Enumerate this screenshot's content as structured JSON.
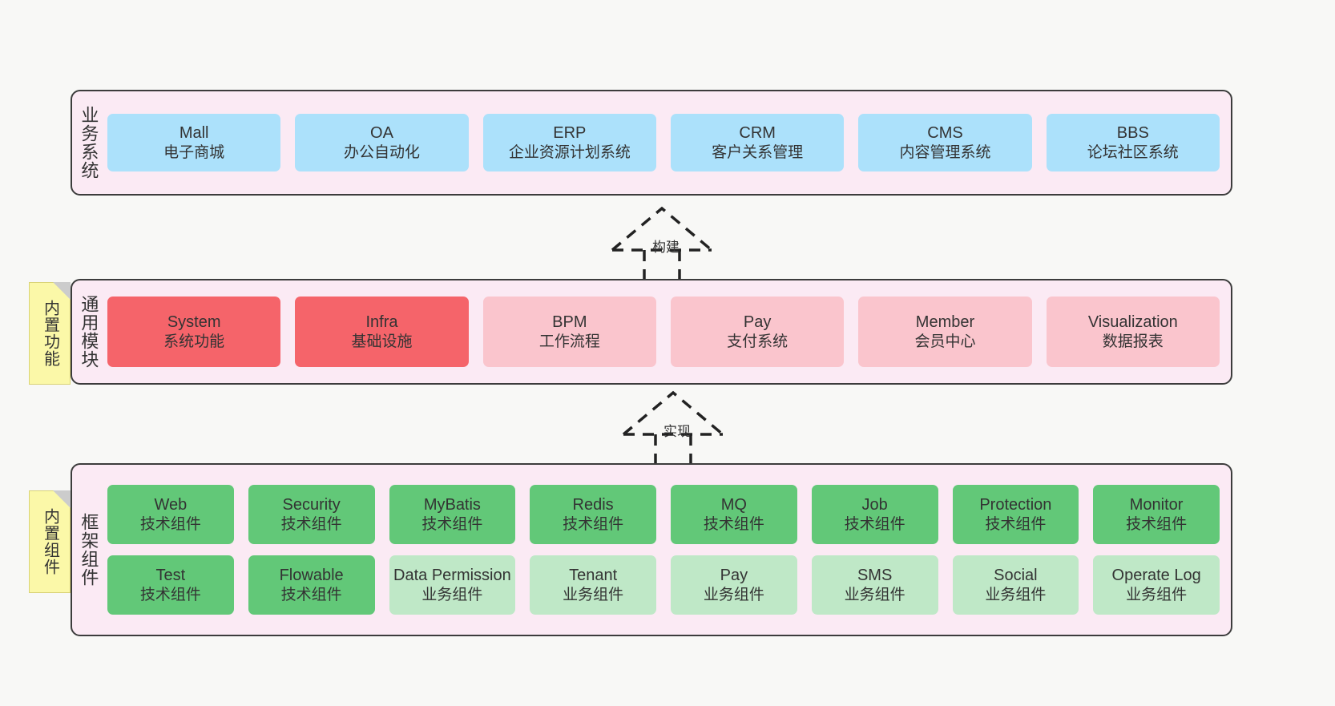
{
  "diagram": {
    "title": "",
    "colors": {
      "canvas": "#f8f8f6",
      "layer_band": "#fbeaf4",
      "layer_border": "#3c3c3c",
      "business_node": "#ace1fb",
      "module_core": "#f5646a",
      "module_plain": "#fac5cd",
      "frame_tech": "#62c878",
      "frame_business": "#bfe8c7",
      "note": "#fbf8a8",
      "note_fold": "#cccccc"
    }
  },
  "layers": {
    "business": {
      "label": "业务系统",
      "nodes": [
        {
          "en": "Mall",
          "cn": "电子商城"
        },
        {
          "en": "OA",
          "cn": "办公自动化"
        },
        {
          "en": "ERP",
          "cn": "企业资源计划系统"
        },
        {
          "en": "CRM",
          "cn": "客户关系管理"
        },
        {
          "en": "CMS",
          "cn": "内容管理系统"
        },
        {
          "en": "BBS",
          "cn": "论坛社区系统"
        }
      ]
    },
    "modules": {
      "label": "通用模块",
      "nodes": [
        {
          "en": "System",
          "cn": "系统功能"
        },
        {
          "en": "Infra",
          "cn": "基础设施"
        },
        {
          "en": "BPM",
          "cn": "工作流程"
        },
        {
          "en": "Pay",
          "cn": "支付系统"
        },
        {
          "en": "Member",
          "cn": "会员中心"
        },
        {
          "en": "Visualization",
          "cn": "数据报表"
        }
      ]
    },
    "framework": {
      "label": "框架组件",
      "row1": [
        {
          "en": "Web",
          "cn": "技术组件"
        },
        {
          "en": "Security",
          "cn": "技术组件"
        },
        {
          "en": "MyBatis",
          "cn": "技术组件"
        },
        {
          "en": "Redis",
          "cn": "技术组件"
        },
        {
          "en": "MQ",
          "cn": "技术组件"
        },
        {
          "en": "Job",
          "cn": "技术组件"
        },
        {
          "en": "Protection",
          "cn": "技术组件"
        },
        {
          "en": "Monitor",
          "cn": "技术组件"
        }
      ],
      "row2": [
        {
          "en": "Test",
          "cn": "技术组件"
        },
        {
          "en": "Flowable",
          "cn": "技术组件"
        },
        {
          "en": "Data Permission",
          "cn": "业务组件"
        },
        {
          "en": "Tenant",
          "cn": "业务组件"
        },
        {
          "en": "Pay",
          "cn": "业务组件"
        },
        {
          "en": "SMS",
          "cn": "业务组件"
        },
        {
          "en": "Social",
          "cn": "业务组件"
        },
        {
          "en": "Operate Log",
          "cn": "业务组件"
        }
      ]
    }
  },
  "notes": {
    "functions": "内置功能",
    "components": "内置组件"
  },
  "connectors": {
    "build": "构建",
    "implement": "实现"
  }
}
